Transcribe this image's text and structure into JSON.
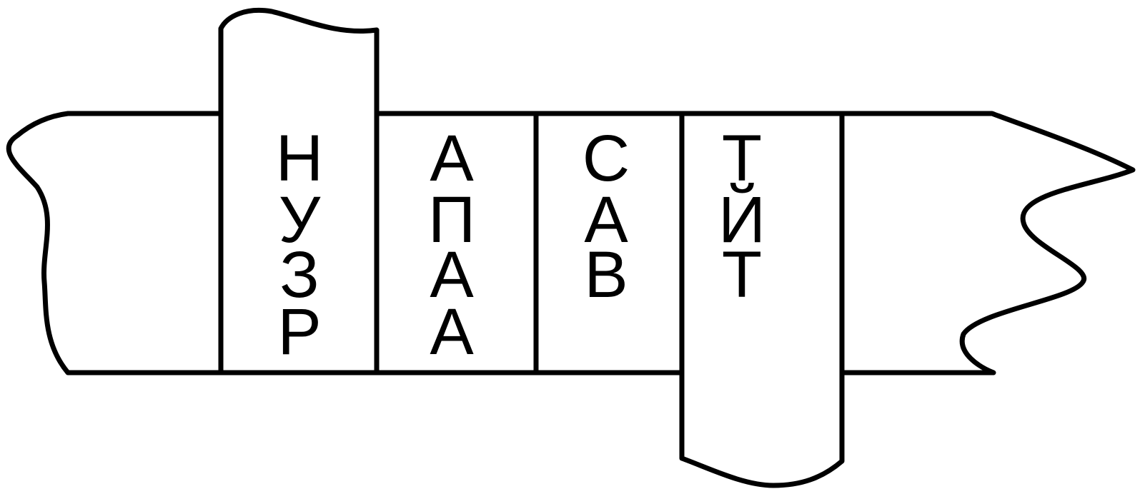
{
  "columns": [
    {
      "letters": [
        "Н",
        "У",
        "З",
        "Р"
      ]
    },
    {
      "letters": [
        "А",
        "П",
        "А",
        "А"
      ]
    },
    {
      "letters": [
        "С",
        "А",
        "В"
      ]
    },
    {
      "letters": [
        "Т",
        "Й",
        "Т"
      ]
    }
  ],
  "colors": {
    "stroke": "#000000",
    "fill": "#ffffff"
  }
}
